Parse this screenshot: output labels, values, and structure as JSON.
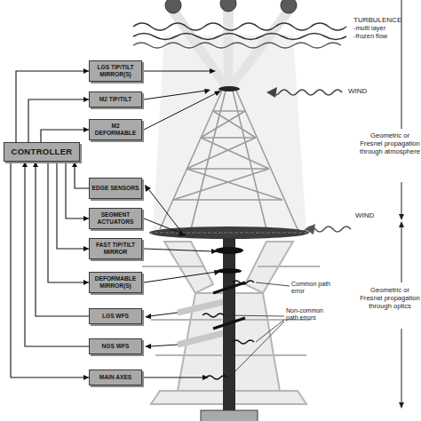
{
  "diagram": {
    "nodes": [
      {
        "text": [
          "LGS TIP/TILT MIRROR(S)"
        ]
      },
      {
        "text": [
          "M2 TIP/TILT"
        ]
      },
      {
        "text": [
          "M2 DEFORMABLE"
        ]
      },
      {
        "text": [
          "CONTROLLER"
        ]
      },
      {
        "text": [
          "EDGE SENSORS"
        ]
      },
      {
        "text": [
          "SEGMENT ACTUATORS"
        ]
      },
      {
        "text": [
          "FAST TIP/TILT MIRROR"
        ]
      },
      {
        "text": [
          "DEFORMABLE MIRROR(S)"
        ]
      },
      {
        "text": [
          "LGS WFS"
        ]
      },
      {
        "text": [
          "NGS WFS"
        ]
      },
      {
        "text": [
          "MAIN AXES"
        ]
      }
    ],
    "edges": [
      {
        "from": 3,
        "to": 0,
        "arrow": "to"
      },
      {
        "from": 3,
        "to": 1,
        "arrow": "to"
      },
      {
        "from": 3,
        "to": 2,
        "arrow": "to"
      },
      {
        "from": 4,
        "to": 3,
        "arrow": "to"
      },
      {
        "from": 3,
        "to": 5,
        "arrow": "to"
      },
      {
        "from": 3,
        "to": 6,
        "arrow": "to"
      },
      {
        "from": 3,
        "to": 7,
        "arrow": "to"
      },
      {
        "from": 8,
        "to": 3,
        "arrow": "to"
      },
      {
        "from": 9,
        "to": 3,
        "arrow": "to"
      },
      {
        "from": 3,
        "to": 10,
        "arrow": "to"
      }
    ],
    "labels": [
      "TURBULENCE",
      "-multi layer",
      "-frozen flow",
      "WIND",
      "WIND",
      "Geometric or Fresnel propagation through atmosphere",
      "Geometric or Fresnel propagation through optics",
      "Common path error",
      "Non-common path errors"
    ]
  }
}
